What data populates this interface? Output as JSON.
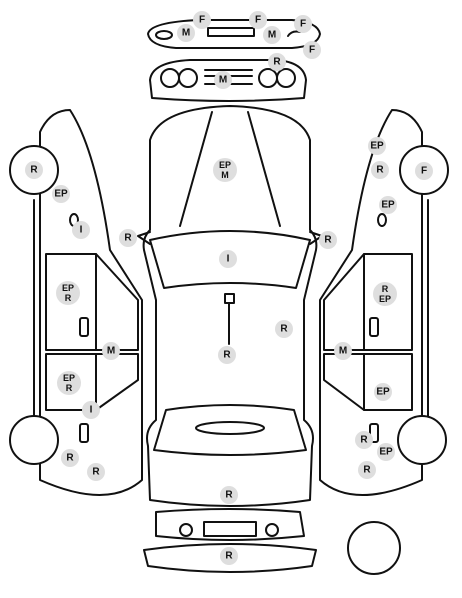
{
  "marker_colors": {
    "badge_fill": "#dedede",
    "text": "#111111",
    "line": "#111111"
  },
  "markers": [
    {
      "id": "front-bumper-f-left",
      "lines": [
        "F"
      ]
    },
    {
      "id": "front-bumper-f-mid",
      "lines": [
        "F"
      ]
    },
    {
      "id": "front-bumper-f-right",
      "lines": [
        "F"
      ]
    },
    {
      "id": "front-bumper-f-far-right",
      "lines": [
        "F"
      ]
    },
    {
      "id": "front-bumper-m-left",
      "lines": [
        "M"
      ]
    },
    {
      "id": "front-bumper-m-right",
      "lines": [
        "M"
      ]
    },
    {
      "id": "front-grille-r",
      "lines": [
        "R"
      ]
    },
    {
      "id": "front-grille-m",
      "lines": [
        "M"
      ]
    },
    {
      "id": "hood-ep-m",
      "lines": [
        "EP",
        "M"
      ]
    },
    {
      "id": "left-front-wheel-r",
      "lines": [
        "R"
      ]
    },
    {
      "id": "left-front-fender-ep",
      "lines": [
        "EP"
      ]
    },
    {
      "id": "left-fuel-i",
      "lines": [
        "I"
      ]
    },
    {
      "id": "left-mirror-r",
      "lines": [
        "R"
      ]
    },
    {
      "id": "windshield-i",
      "lines": [
        "I"
      ]
    },
    {
      "id": "left-front-door-ep-r",
      "lines": [
        "EP",
        "R"
      ]
    },
    {
      "id": "roof-r-right",
      "lines": [
        "R"
      ]
    },
    {
      "id": "roof-r-center",
      "lines": [
        "R"
      ]
    },
    {
      "id": "left-pillar-m",
      "lines": [
        "M"
      ]
    },
    {
      "id": "left-rear-door-ep-r",
      "lines": [
        "EP",
        "R"
      ]
    },
    {
      "id": "left-rear-door-i",
      "lines": [
        "I"
      ]
    },
    {
      "id": "left-rear-wheel-r",
      "lines": [
        "R"
      ]
    },
    {
      "id": "left-rear-quarter-r",
      "lines": [
        "R"
      ]
    },
    {
      "id": "trunk-r",
      "lines": [
        "R"
      ]
    },
    {
      "id": "rear-bumper-r",
      "lines": [
        "R"
      ]
    },
    {
      "id": "right-front-fender-ep",
      "lines": [
        "EP"
      ]
    },
    {
      "id": "right-front-fender-r",
      "lines": [
        "R"
      ]
    },
    {
      "id": "right-front-wheel-f",
      "lines": [
        "F"
      ]
    },
    {
      "id": "right-fuel-ep",
      "lines": [
        "EP"
      ]
    },
    {
      "id": "right-mirror-r",
      "lines": [
        "R"
      ]
    },
    {
      "id": "right-front-door-r-ep",
      "lines": [
        "R",
        "EP"
      ]
    },
    {
      "id": "right-pillar-m",
      "lines": [
        "M"
      ]
    },
    {
      "id": "right-rear-door-ep",
      "lines": [
        "EP"
      ]
    },
    {
      "id": "right-rear-door-r",
      "lines": [
        "R"
      ]
    },
    {
      "id": "right-rear-wheel-ep",
      "lines": [
        "EP"
      ]
    },
    {
      "id": "right-rear-quarter-r",
      "lines": [
        "R"
      ]
    }
  ]
}
